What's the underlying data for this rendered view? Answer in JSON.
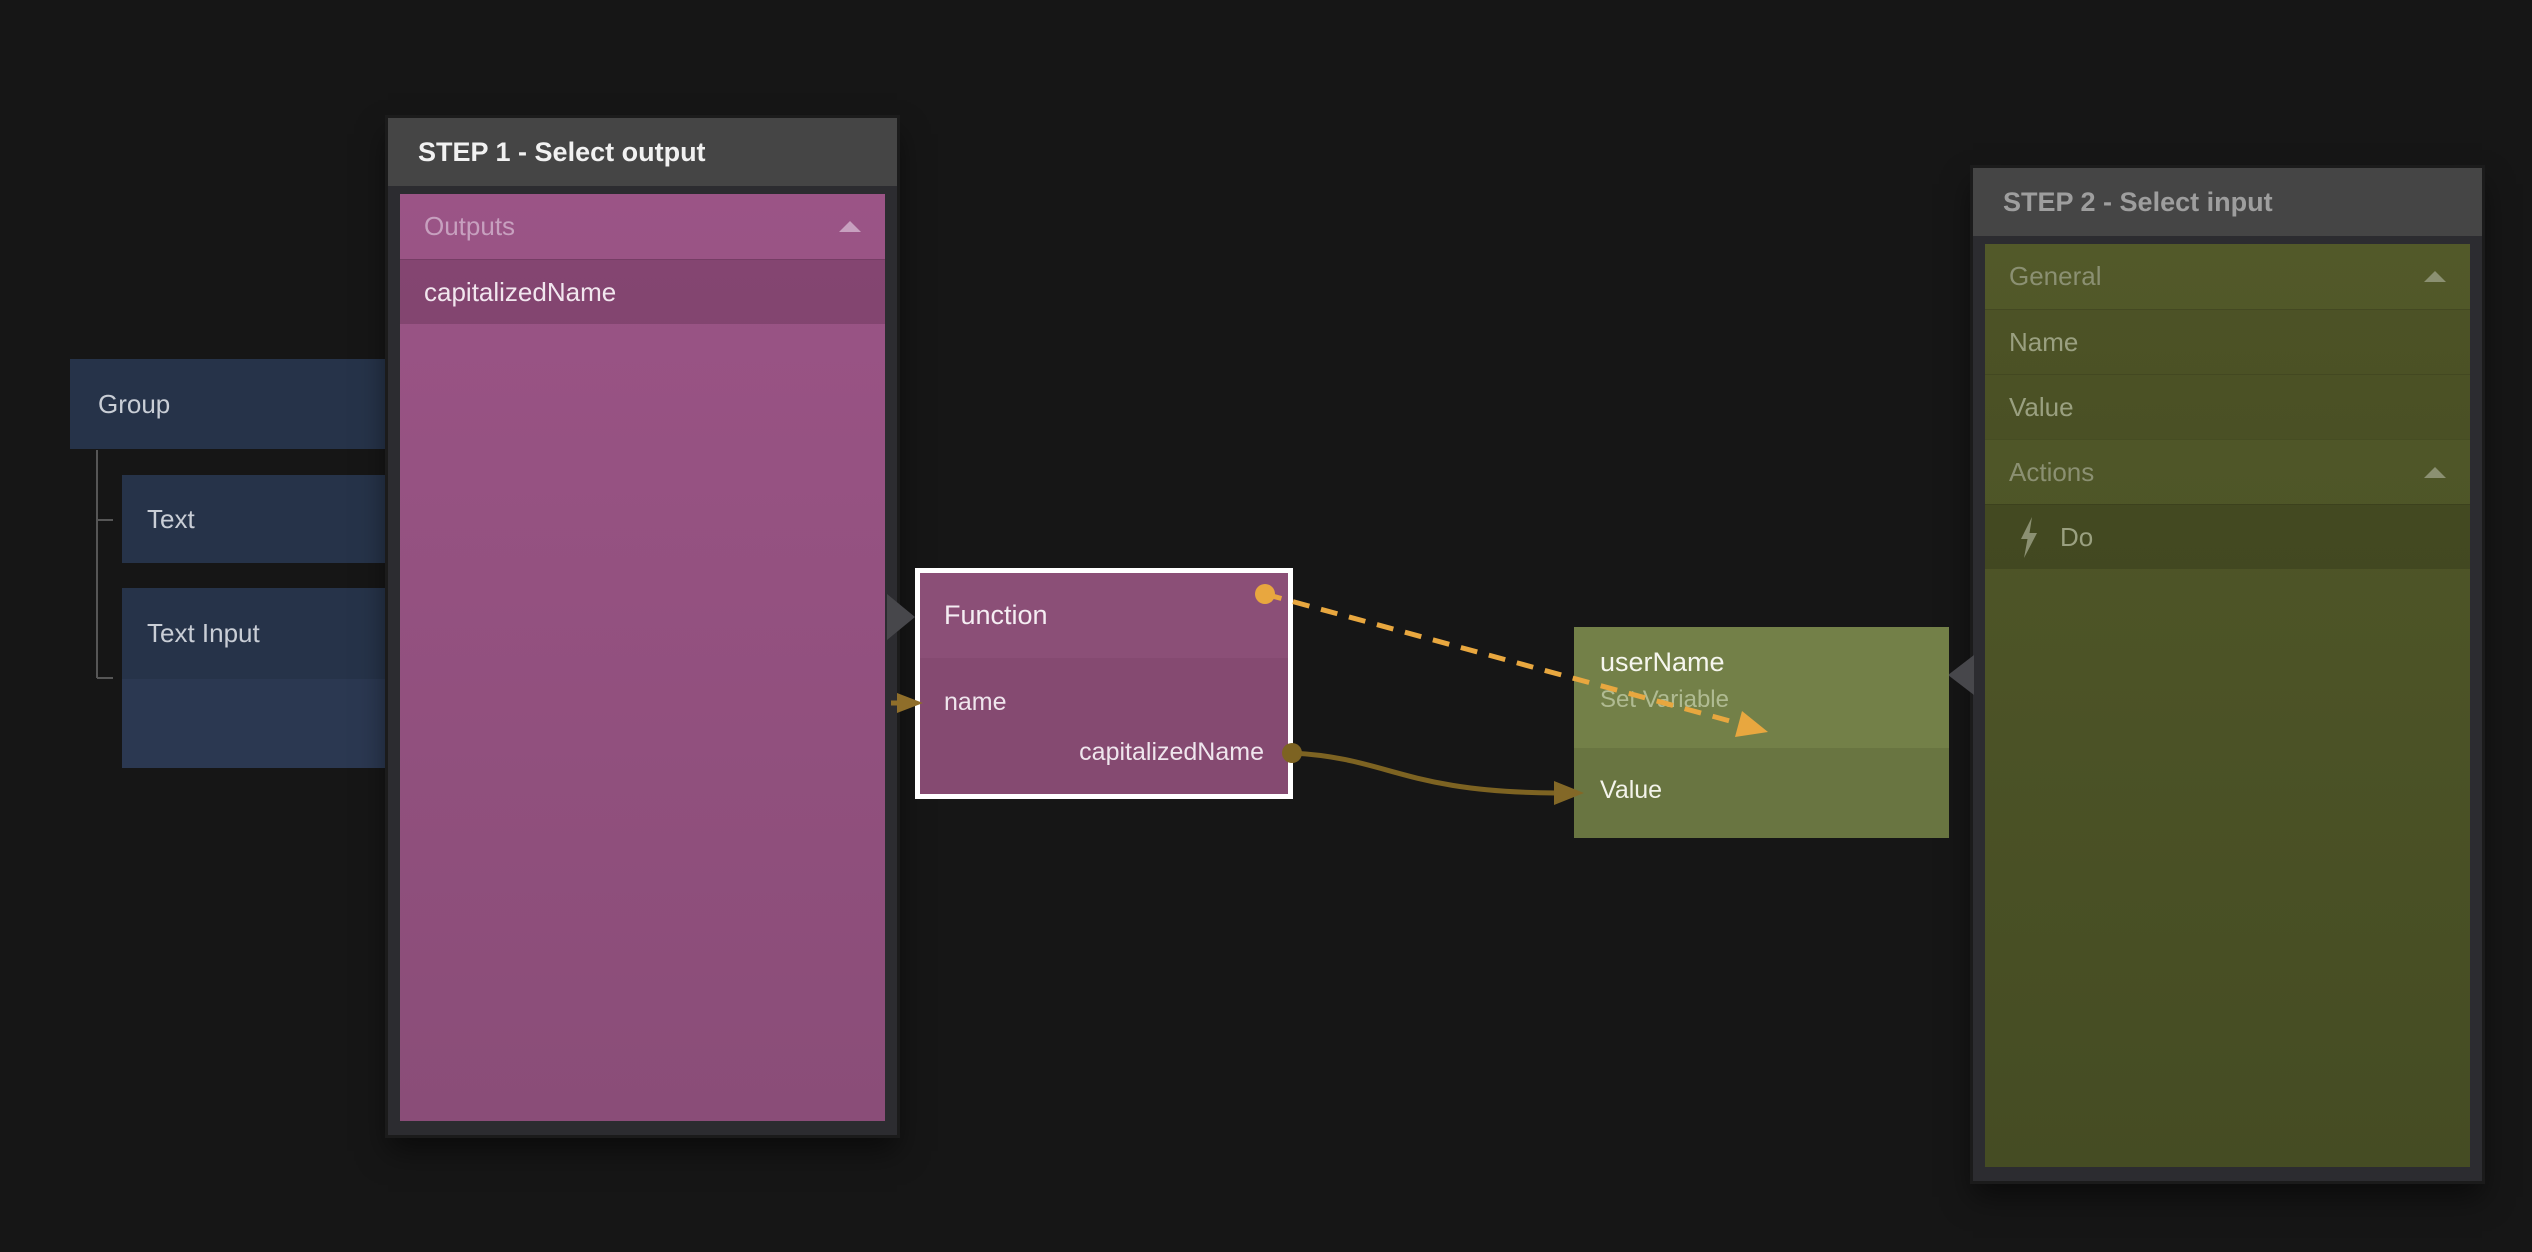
{
  "panels": {
    "step1": {
      "title": "STEP 1 - Select output",
      "rows": [
        {
          "label": "Outputs",
          "type": "section",
          "collapse_icon": "triangle-up-icon"
        },
        {
          "label": "capitalizedName",
          "type": "item"
        }
      ]
    },
    "step2": {
      "title": "STEP 2 - Select input",
      "rows": [
        {
          "label": "General",
          "type": "section",
          "collapse_icon": "triangle-up-icon"
        },
        {
          "label": "Name",
          "type": "item"
        },
        {
          "label": "Value",
          "type": "item"
        },
        {
          "label": "Actions",
          "type": "section",
          "collapse_icon": "triangle-up-icon"
        },
        {
          "label": "Do",
          "type": "item",
          "icon": "lightning-icon"
        }
      ]
    }
  },
  "tree": {
    "nodes": [
      {
        "label": "Group"
      },
      {
        "label": "Text"
      },
      {
        "label": "Text Input"
      }
    ]
  },
  "function_node": {
    "title": "Function",
    "input": "name",
    "output": "capitalizedName"
  },
  "variable_node": {
    "title": "userName",
    "subtitle": "Set Variable",
    "input": "Value"
  },
  "icons": {
    "collapse": "triangle-up-icon",
    "do_action": "lightning-icon",
    "panel_pointers": "gray-arrow-pointer"
  },
  "colors": {
    "background": "#161616",
    "panel_header": "#454545",
    "step1_content": "#9b5486",
    "step2_content": "#4c5327",
    "tree_node_blue": "#263349",
    "function_pink": "#8b4f77",
    "variable_olive": "#738048",
    "selection_border": "#ffffff",
    "connection_bright": "#e8a73f",
    "connection_dark": "#7d6322",
    "pointer_gray": "#47474b"
  }
}
